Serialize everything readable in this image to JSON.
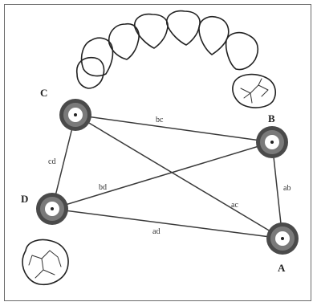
{
  "points": {
    "A": "A",
    "B": "B",
    "C": "C",
    "D": "D"
  },
  "edges": {
    "ab": "ab",
    "ac": "ac",
    "ad": "ad",
    "bc": "bc",
    "bd": "bd",
    "cd": "cd"
  }
}
